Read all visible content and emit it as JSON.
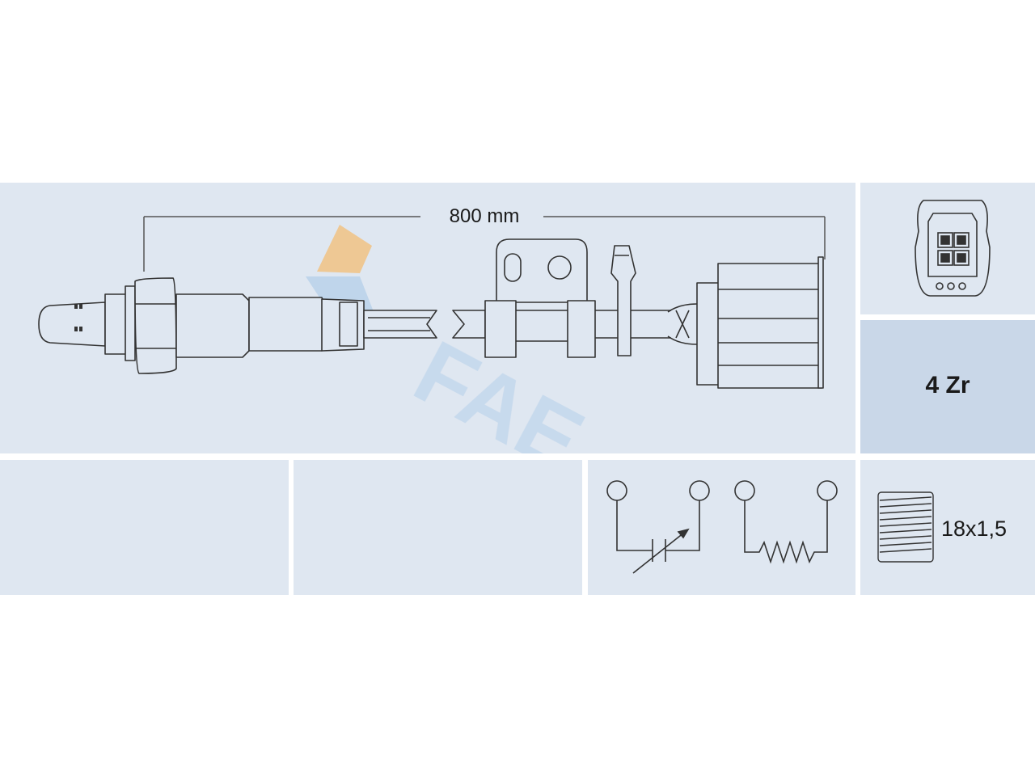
{
  "diagram": {
    "cable_length_label": "800 mm",
    "wire_type_label": "4 Zr",
    "thread_label": "18x1,5",
    "watermark_text": "FAE",
    "icons": [
      "lambda-sensor-icon",
      "connector-plug-icon",
      "heater-resistor-icon",
      "variable-resistor-icon",
      "thread-icon"
    ],
    "colors": {
      "panel": "#dfe7f1",
      "panel_dark": "#c9d7e8",
      "line": "#333333",
      "watermark_orange": "#f0c48a",
      "watermark_blue": "#bcd3ea"
    }
  }
}
